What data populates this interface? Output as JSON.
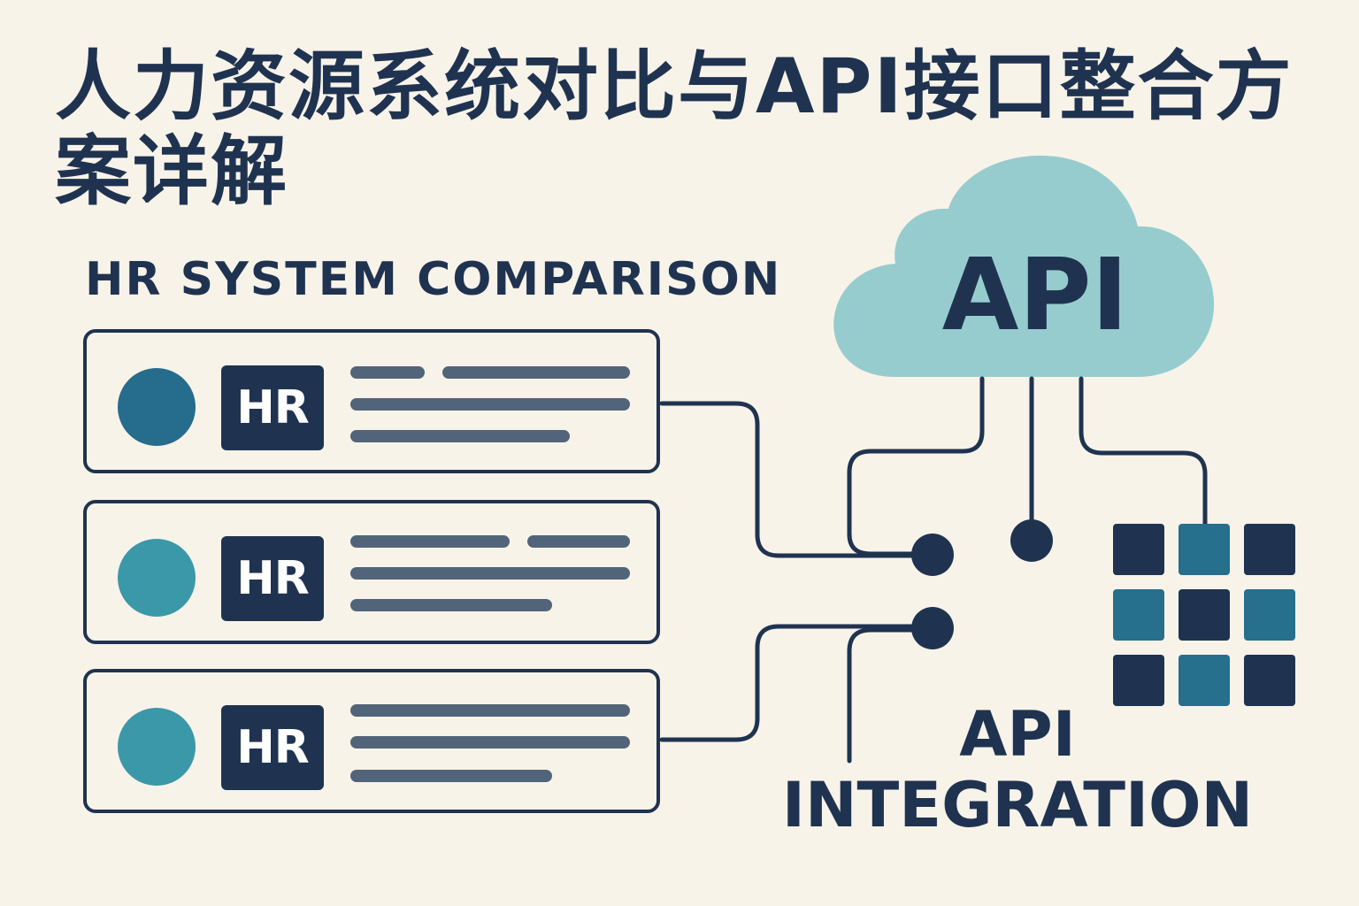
{
  "title": "人力资源系统对比与API接口整合方案详解",
  "comparison_heading": "HR SYSTEM COMPARISON",
  "cards": [
    {
      "badge": "HR",
      "dot_color": "#266c8c"
    },
    {
      "badge": "HR",
      "dot_color": "#3b98a9"
    },
    {
      "badge": "HR",
      "dot_color": "#3b98a9"
    }
  ],
  "cloud": {
    "label": "API",
    "color": "#97ccce"
  },
  "integration": {
    "line1": "API",
    "line2": "INTEGRATION"
  },
  "grid_colors": [
    "#1f3350",
    "#266f8d",
    "#1f3350",
    "#266f8d",
    "#1f3350",
    "#266f8d",
    "#1f3350",
    "#266f8d",
    "#1f3350"
  ],
  "colors": {
    "background": "#f8f3e9",
    "navy": "#1f3350",
    "bar": "#526479",
    "teal": "#266f8d"
  }
}
